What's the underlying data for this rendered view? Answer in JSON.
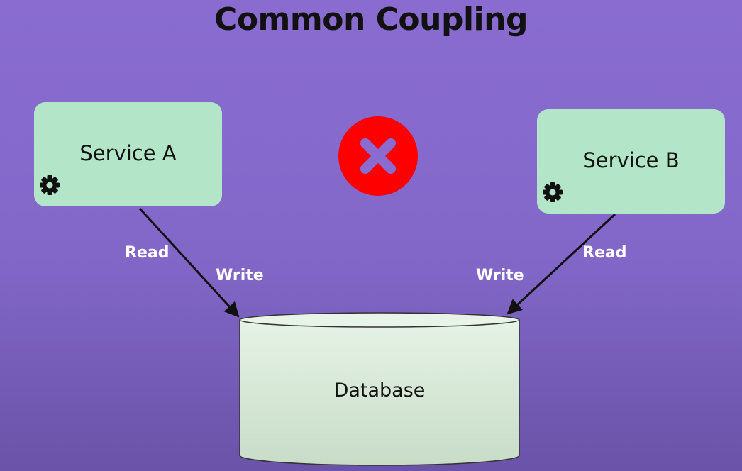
{
  "diagram": {
    "title": "Common Coupling",
    "nodes": {
      "service_a": {
        "label": "Service A",
        "icon": "gear-icon"
      },
      "service_b": {
        "label": "Service B",
        "icon": "gear-icon"
      },
      "database": {
        "label": "Database",
        "shape": "cylinder"
      }
    },
    "status_icon": {
      "icon": "x-circle-icon",
      "color": "#ff0000"
    },
    "edges": [
      {
        "from": "Service A",
        "to": "Database",
        "labels": [
          "Read",
          "Write"
        ]
      },
      {
        "from": "Service B",
        "to": "Database",
        "labels": [
          "Write",
          "Read"
        ]
      }
    ],
    "labels": {
      "read_a": "Read",
      "write_a": "Write",
      "write_b": "Write",
      "read_b": "Read"
    },
    "colors": {
      "background": "#8267c8",
      "service_fill": "#b3e6c8",
      "database_fill": "#d6e8d6",
      "x_badge": "#ff0000",
      "edge_label": "#ffffff"
    }
  }
}
